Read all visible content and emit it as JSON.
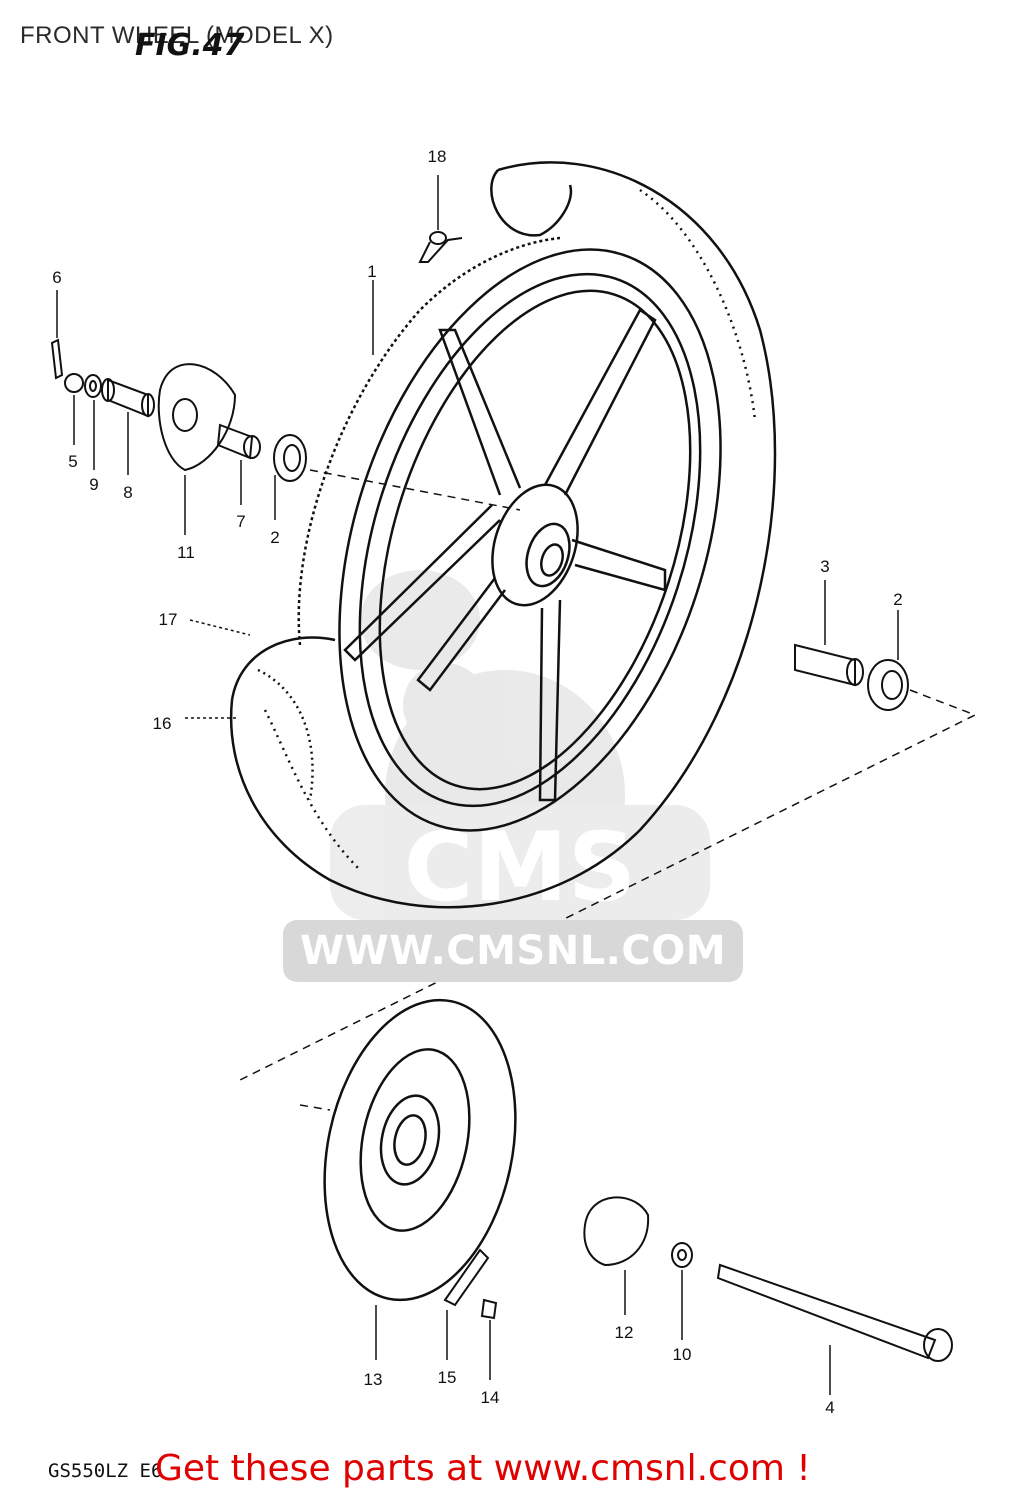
{
  "header": {
    "title": "FRONT WHEEL (MODEL X)",
    "figure_label": "FIG.47"
  },
  "watermark": {
    "text": "WWW.CMSNL.COM",
    "logo_text": "CMS"
  },
  "callouts": {
    "c1": "1",
    "c2a": "2",
    "c2b": "2",
    "c3": "3",
    "c4": "4",
    "c5": "5",
    "c6": "6",
    "c7": "7",
    "c8": "8",
    "c9": "9",
    "c10": "10",
    "c11": "11",
    "c12": "12",
    "c13": "13",
    "c14": "14",
    "c15": "15",
    "c16": "16",
    "c17": "17",
    "c18": "18"
  },
  "footer": {
    "model_code": "GS550LZ E6",
    "cta": "Get these parts at www.cmsnl.com !",
    "cta_color": "#e00000"
  }
}
